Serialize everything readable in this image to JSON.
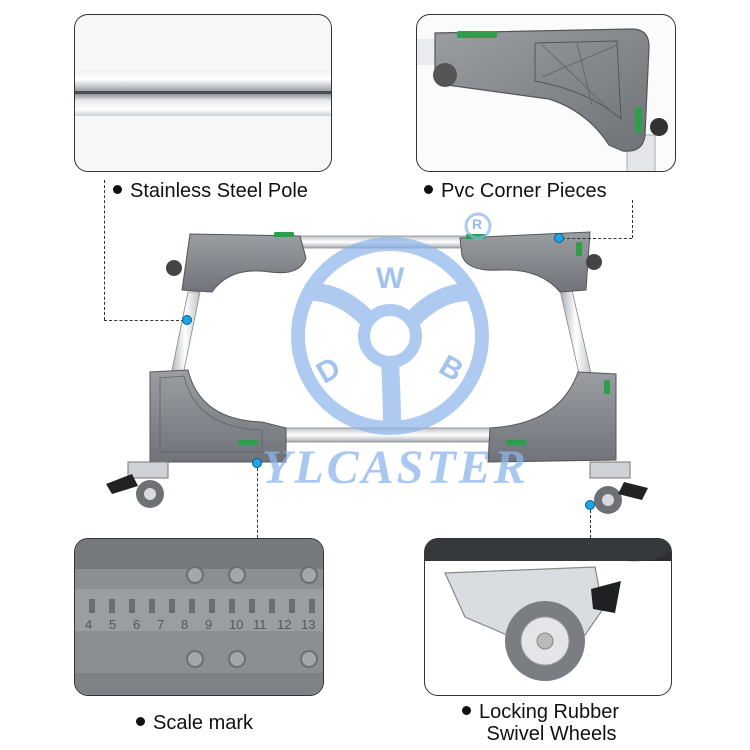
{
  "captions": {
    "pole": "Stainless Steel Pole",
    "corner": "Pvc Corner Pieces",
    "scale": "Scale mark",
    "wheels_line1": "Locking Rubber",
    "wheels_line2": "Swivel Wheels"
  },
  "watermark": {
    "brand": "YLCASTER",
    "letters": [
      "W",
      "D",
      "B"
    ],
    "registered_mark": "R",
    "color": "#8cb4eb"
  },
  "scale_numbers": [
    "4",
    "5",
    "6",
    "7",
    "8",
    "9",
    "10",
    "11",
    "12",
    "13"
  ],
  "colors": {
    "accent_dot": "#1aa6e8",
    "pvc_gray": "#8a8d92",
    "steel": "#d9dde2"
  }
}
